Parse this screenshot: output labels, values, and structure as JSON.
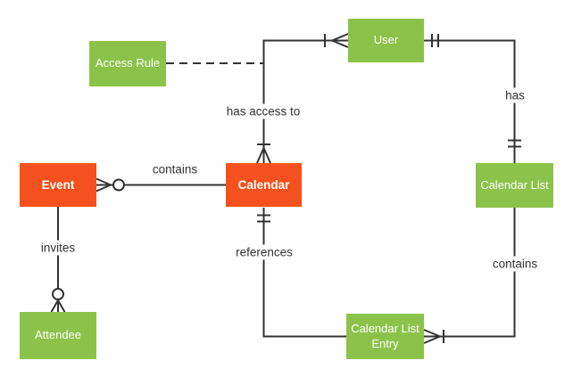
{
  "diagram_type": "entity-relationship-diagram",
  "colors": {
    "entity_green": "#8BC34A",
    "entity_orange": "#F4511E",
    "entity_text": "#FFFFFF",
    "line": "#333333",
    "label_text": "#333333",
    "background": "#FFFFFF"
  },
  "entities": {
    "access_rule": {
      "label": "Access Rule",
      "fill": "#8BC34A"
    },
    "user": {
      "label": "User",
      "fill": "#8BC34A"
    },
    "event": {
      "label": "Event",
      "fill": "#F4511E"
    },
    "calendar": {
      "label": "Calendar",
      "fill": "#F4511E"
    },
    "calendar_list": {
      "label": "Calendar List",
      "fill": "#8BC34A"
    },
    "calendar_list_entry": {
      "label": "Calendar List Entry",
      "fill": "#8BC34A"
    },
    "attendee": {
      "label": "Attendee",
      "fill": "#8BC34A"
    }
  },
  "relationships": {
    "has_access_to": {
      "label": "has access to",
      "from": "User",
      "to": "Calendar",
      "from_cardinality": "one or many",
      "to_cardinality": "one or many",
      "line_style": "solid"
    },
    "contains_event": {
      "label": "contains",
      "from": "Calendar",
      "to": "Event",
      "to_cardinality": "zero or many",
      "line_style": "solid"
    },
    "invites": {
      "label": "invites",
      "from": "Event",
      "to": "Attendee",
      "to_cardinality": "zero or many",
      "line_style": "solid"
    },
    "has": {
      "label": "has",
      "from": "User",
      "to": "Calendar List",
      "from_cardinality": "exactly one",
      "to_cardinality": "exactly one",
      "line_style": "solid"
    },
    "contains_entry": {
      "label": "contains",
      "from": "Calendar List",
      "to": "Calendar List Entry",
      "to_cardinality": "one or many",
      "line_style": "solid"
    },
    "references": {
      "label": "references",
      "from": "Calendar",
      "to": "Calendar List Entry",
      "from_cardinality": "exactly one",
      "line_style": "solid"
    },
    "access_rule_link": {
      "label": "",
      "from": "Access Rule",
      "to": "has access to relationship",
      "line_style": "dashed"
    }
  }
}
